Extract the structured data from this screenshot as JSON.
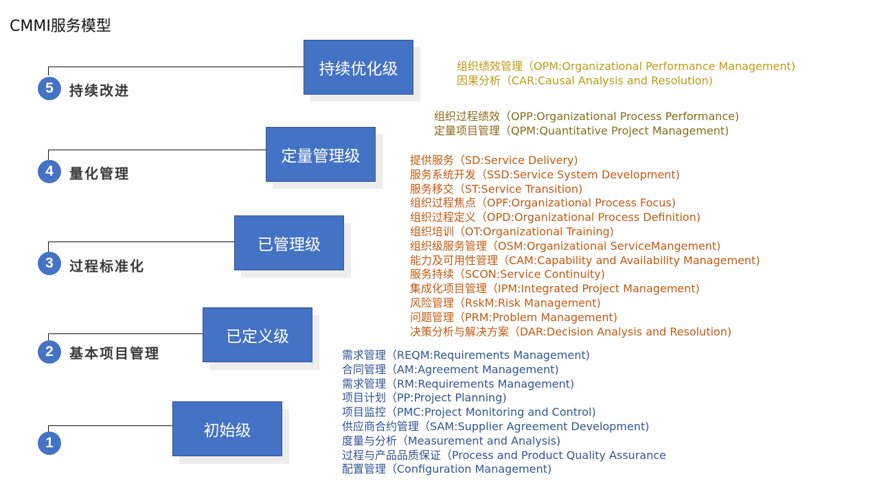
{
  "title": "CMMI服务模型",
  "levels": [
    {
      "number": "5",
      "name": "持续改进",
      "box": "持续优化级"
    },
    {
      "number": "4",
      "name": "量化管理",
      "box": "定量管理级"
    },
    {
      "number": "3",
      "name": "过程标准化",
      "box": "已管理级"
    },
    {
      "number": "2",
      "name": "基本项目管理",
      "box": "已定义级"
    },
    {
      "number": "1",
      "name": "",
      "box": "初始级"
    }
  ],
  "process_areas": {
    "level5": [
      "组织绩效管理（OPM:Organizational Performance Management)",
      "因果分析（CAR:Causal Analysis and Resolution)"
    ],
    "level4": [
      "组织过程绩效（OPP:Organizational Process Performance)",
      "定量项目管理（QPM:Quantitative Project Management)"
    ],
    "level3": [
      "提供服务（SD:Service Delivery)",
      "服务系统开发（SSD:Service System Development)",
      "服务移交（ST:Service Transition)",
      "组织过程焦点（OPF:Organizational Process Focus)",
      "组织过程定义（OPD:Organizational Process Definition)",
      "组织培训（OT:Organizational Training)",
      "组织级服务管理（OSM:Organizational ServiceMangement)",
      "能力及可用性管理（CAM:Capability and Availability Management)",
      "服务持续（SCON:Service Continuity)",
      "集成化项目管理（IPM:Integrated Project Management)",
      "风险管理（RskM:Risk Management)",
      "问题管理（PRM:Problem Management)",
      "决策分析与解决方案（DAR:Decision Analysis and Resolution)"
    ],
    "level2": [
      "需求管理（REQM:Requirements Management)",
      "合同管理（AM:Agreement Management)",
      "需求管理（RM:Requirements Management)",
      "项目计划（PP:Project Planning)",
      "项目监控（PMC:Project Monitoring and Control)",
      "供应商合约管理（SAM:Supplier Agreement Development)",
      "度量与分析（Measurement and Analysis)",
      "过程与产品品质保证（Process and Product Quality Assurance",
      "配置管理（Configuration Management)"
    ]
  },
  "colors": {
    "box_fill": "#4472c4",
    "level5_text": "#c09a14",
    "level4_text": "#8a6b1a",
    "level3_text": "#c55a11",
    "level2_text": "#2f5597"
  }
}
